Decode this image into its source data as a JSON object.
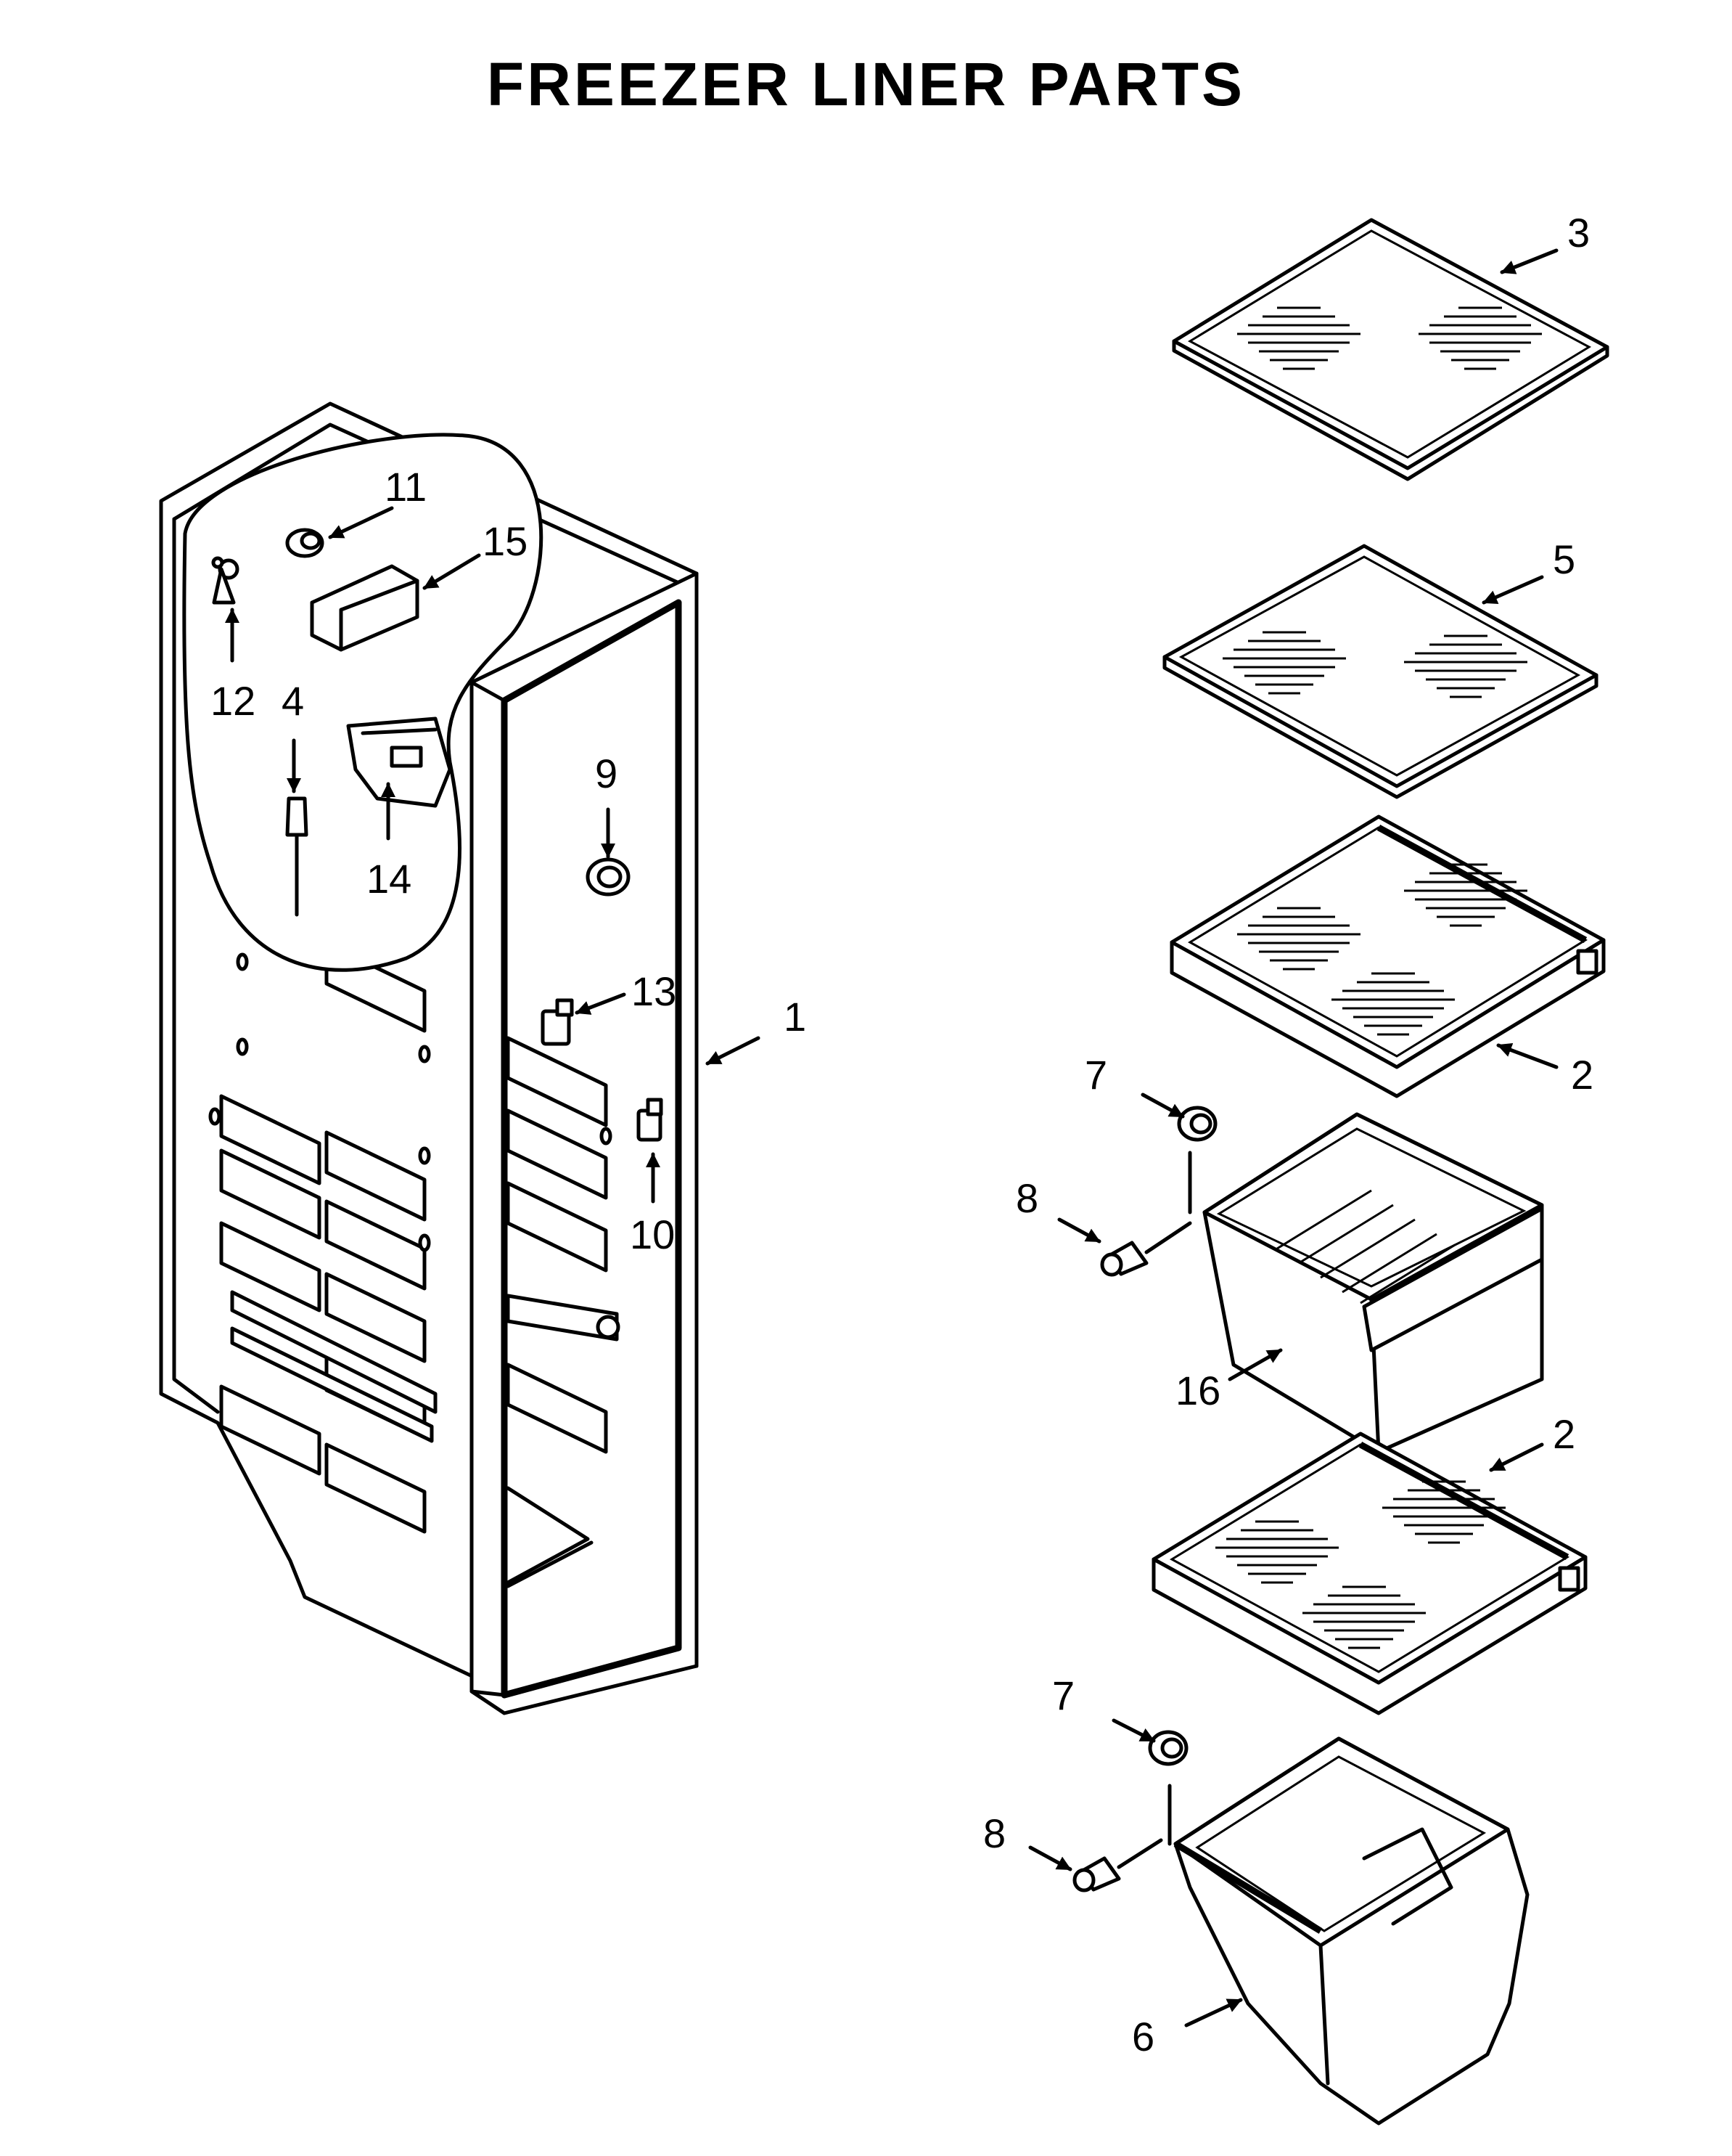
{
  "title": "FREEZER LINER PARTS",
  "callouts": [
    {
      "id": "c1",
      "label": "1"
    },
    {
      "id": "c2a",
      "label": "2"
    },
    {
      "id": "c2b",
      "label": "2"
    },
    {
      "id": "c3",
      "label": "3"
    },
    {
      "id": "c4",
      "label": "4"
    },
    {
      "id": "c5",
      "label": "5"
    },
    {
      "id": "c6",
      "label": "6"
    },
    {
      "id": "c7a",
      "label": "7"
    },
    {
      "id": "c7b",
      "label": "7"
    },
    {
      "id": "c8a",
      "label": "8"
    },
    {
      "id": "c8b",
      "label": "8"
    },
    {
      "id": "c9",
      "label": "9"
    },
    {
      "id": "c10",
      "label": "10"
    },
    {
      "id": "c11",
      "label": "11"
    },
    {
      "id": "c12",
      "label": "12"
    },
    {
      "id": "c13",
      "label": "13"
    },
    {
      "id": "c14",
      "label": "14"
    },
    {
      "id": "c15",
      "label": "15"
    },
    {
      "id": "c16",
      "label": "16"
    }
  ]
}
